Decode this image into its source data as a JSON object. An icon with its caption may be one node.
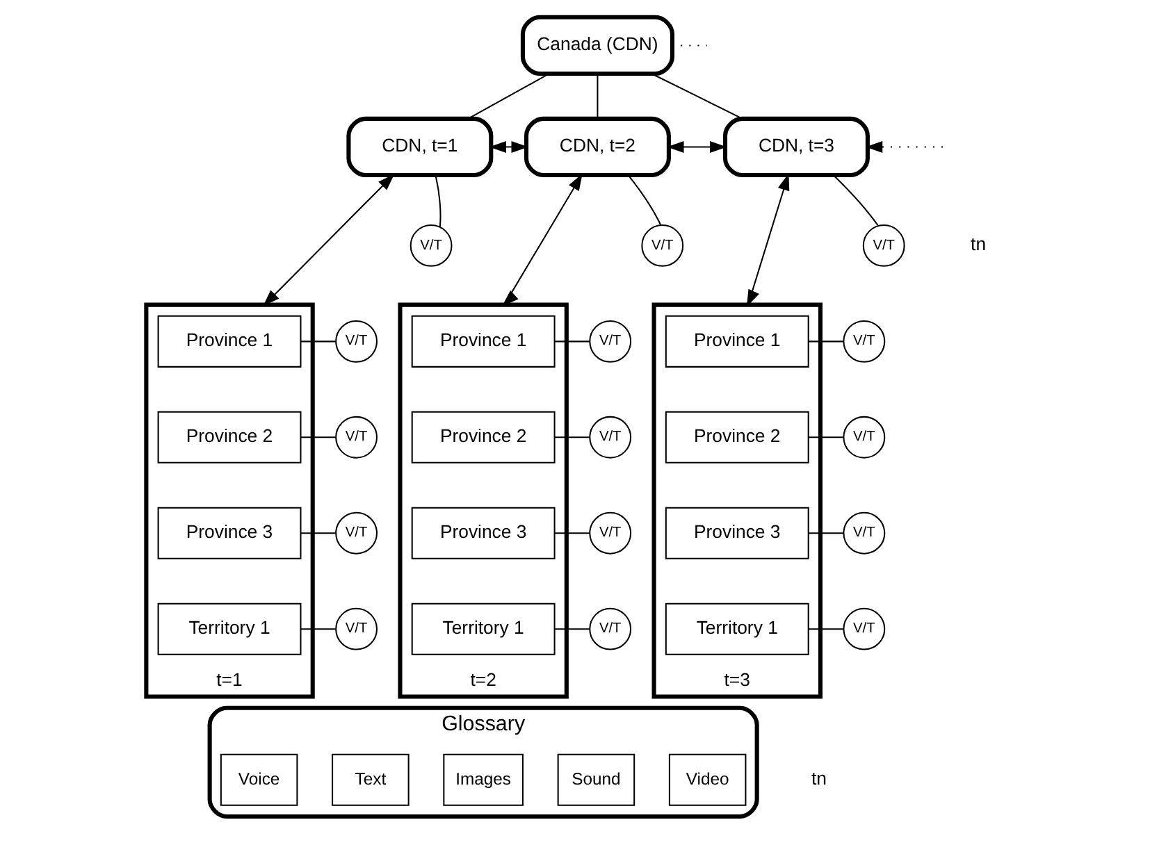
{
  "diagram": {
    "nodes": [
      {
        "text": [
          "Canada (CDN)"
        ]
      },
      {
        "text": [
          "CDN, t=1"
        ]
      },
      {
        "text": [
          "CDN, t=2"
        ]
      },
      {
        "text": [
          "CDN, t=3"
        ]
      },
      {
        "text": [
          "V/T"
        ]
      },
      {
        "text": [
          "V/T"
        ]
      },
      {
        "text": [
          "V/T"
        ]
      },
      {
        "text": [
          "t=1"
        ]
      },
      {
        "text": [
          "Province 1"
        ],
        "in": 7
      },
      {
        "text": [
          "Province 2"
        ],
        "in": 7
      },
      {
        "text": [
          "Province 3"
        ],
        "in": 7
      },
      {
        "text": [
          "Territory 1"
        ],
        "in": 7
      },
      {
        "text": [
          "V/T"
        ]
      },
      {
        "text": [
          "V/T"
        ]
      },
      {
        "text": [
          "V/T"
        ]
      },
      {
        "text": [
          "V/T"
        ]
      },
      {
        "text": [
          "t=2"
        ]
      },
      {
        "text": [
          "Province 1"
        ],
        "in": 16
      },
      {
        "text": [
          "Province 2"
        ],
        "in": 16
      },
      {
        "text": [
          "Province 3"
        ],
        "in": 16
      },
      {
        "text": [
          "Territory 1"
        ],
        "in": 16
      },
      {
        "text": [
          "V/T"
        ]
      },
      {
        "text": [
          "V/T"
        ]
      },
      {
        "text": [
          "V/T"
        ]
      },
      {
        "text": [
          "V/T"
        ]
      },
      {
        "text": [
          "t=3"
        ]
      },
      {
        "text": [
          "Province 1"
        ],
        "in": 25
      },
      {
        "text": [
          "Province 2"
        ],
        "in": 25
      },
      {
        "text": [
          "Province 3"
        ],
        "in": 25
      },
      {
        "text": [
          "Territory 1"
        ],
        "in": 25
      },
      {
        "text": [
          "V/T"
        ]
      },
      {
        "text": [
          "V/T"
        ]
      },
      {
        "text": [
          "V/T"
        ]
      },
      {
        "text": [
          "V/T"
        ]
      },
      {
        "text": [
          "Glossary"
        ]
      },
      {
        "text": [
          "Voice"
        ],
        "in": 34
      },
      {
        "text": [
          "Text"
        ],
        "in": 34
      },
      {
        "text": [
          "Images"
        ],
        "in": 34
      },
      {
        "text": [
          "Sound"
        ],
        "in": 34
      },
      {
        "text": [
          "Video"
        ],
        "in": 34
      }
    ],
    "edges": [
      {
        "from": 0,
        "to": 1,
        "arrow": "none"
      },
      {
        "from": 0,
        "to": 2,
        "arrow": "none"
      },
      {
        "from": 0,
        "to": 3,
        "arrow": "none"
      },
      {
        "from": 0,
        "to": null,
        "arrow": "none",
        "style": "dashed"
      },
      {
        "from": 1,
        "to": 2,
        "arrow": "both"
      },
      {
        "from": 2,
        "to": 3,
        "arrow": "both"
      },
      {
        "from": null,
        "to": 3,
        "arrow": "to",
        "style": "dashed"
      },
      {
        "from": 1,
        "to": 7,
        "arrow": "both"
      },
      {
        "from": 2,
        "to": 16,
        "arrow": "both"
      },
      {
        "from": 3,
        "to": 25,
        "arrow": "both"
      },
      {
        "from": 4,
        "to": 1,
        "arrow": "none"
      },
      {
        "from": 5,
        "to": 2,
        "arrow": "none"
      },
      {
        "from": 6,
        "to": 3,
        "arrow": "none"
      },
      {
        "from": 12,
        "to": 8,
        "arrow": "none"
      },
      {
        "from": 13,
        "to": 9,
        "arrow": "none"
      },
      {
        "from": 14,
        "to": 10,
        "arrow": "none"
      },
      {
        "from": 15,
        "to": 11,
        "arrow": "none"
      },
      {
        "from": 21,
        "to": 17,
        "arrow": "none"
      },
      {
        "from": 22,
        "to": 18,
        "arrow": "none"
      },
      {
        "from": 23,
        "to": 19,
        "arrow": "none"
      },
      {
        "from": 24,
        "to": 20,
        "arrow": "none"
      },
      {
        "from": 30,
        "to": 26,
        "arrow": "none"
      },
      {
        "from": 31,
        "to": 27,
        "arrow": "none"
      },
      {
        "from": 32,
        "to": 28,
        "arrow": "none"
      },
      {
        "from": 33,
        "to": 29,
        "arrow": "none"
      }
    ],
    "labels": [
      "tn",
      "tn"
    ]
  }
}
